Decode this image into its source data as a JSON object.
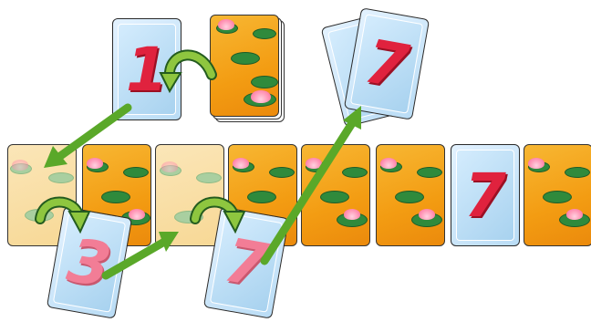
{
  "colors": {
    "number_red": "#e0223e",
    "number_pink": "#f27d96",
    "card_back": "#f39c12",
    "arrow_green": "#5aa829",
    "curl_arrow": "#8ec63f",
    "pad_green": "#2f8a3c",
    "card_face": "#b9dcf5"
  },
  "discard_card": {
    "value": "1",
    "icon": "number-card"
  },
  "draw_pile": {
    "icon": "lily-pond-card-back"
  },
  "top_right_card": {
    "value": "7"
  },
  "row": [
    {
      "kind": "back-faded"
    },
    {
      "kind": "back"
    },
    {
      "kind": "back-faded"
    },
    {
      "kind": "back"
    },
    {
      "kind": "back"
    },
    {
      "kind": "back"
    },
    {
      "kind": "face",
      "value": "7"
    },
    {
      "kind": "back"
    }
  ],
  "drawn_cards": [
    {
      "value": "3"
    },
    {
      "value": "7"
    }
  ],
  "icons": {
    "curl": "curved-arrow-icon",
    "straight": "straight-arrow-icon"
  }
}
